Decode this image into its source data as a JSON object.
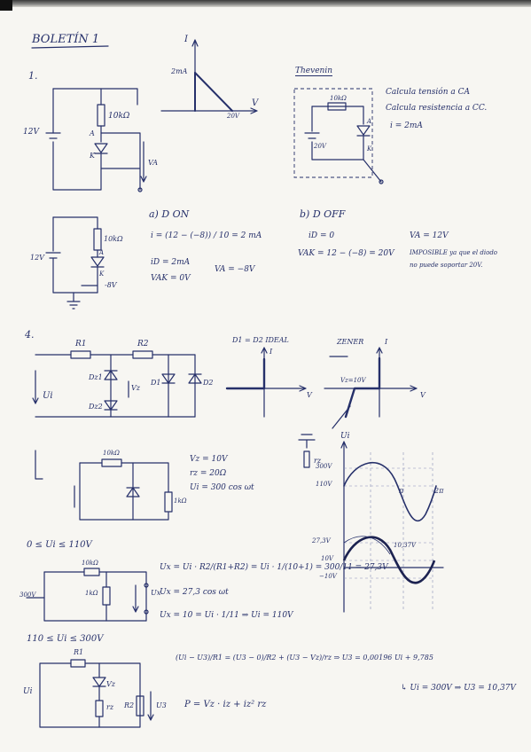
{
  "title": "BOLETÍN 1",
  "p1": {
    "number": "1.",
    "v_source": "12V",
    "resistor": "10kΩ",
    "node_a": "A",
    "node_k": "K",
    "output": "VA",
    "graph": {
      "y_axis": "I",
      "x_axis": "V",
      "y_mark": "2mA",
      "x_mark": "20V"
    },
    "thevenin": {
      "title": "Thevenin",
      "resistor": "10kΩ",
      "source": "20V",
      "node_a": "A",
      "node_k": "K",
      "notes": [
        "Calcula tensión a CA",
        "Calcula resistencia a CC.",
        "i = 2mA"
      ]
    }
  },
  "p2": {
    "source": "12V",
    "resistor": "10kΩ",
    "node_a": "A",
    "node_k": "K",
    "bottom": "-8V",
    "case_a": {
      "title": "a) D ON",
      "eq1": "i = (12 − (−8)) / 10 = 2 mA",
      "eq2": "iD = 2mA",
      "eq3": "VAK = 0V",
      "result": "VA = −8V"
    },
    "case_b": {
      "title": "b) D OFF",
      "eq1": "iD = 0",
      "eq2": "VAK = 12 − (−8) = 20V",
      "result1": "VA = 12V",
      "result2": "IMPOSIBLE ya que el diodo",
      "result3": "no puede soportar 20V."
    }
  },
  "p4": {
    "number": "4.",
    "r1": "R1",
    "r2": "R2",
    "dz1": "Dz1",
    "dz2": "Dz2",
    "vz": "Vz",
    "d1": "D1",
    "d2": "D2",
    "vi": "Ui",
    "ideal_label": "D1 = D2 IDEAL",
    "ideal_axis_i": "I",
    "ideal_axis_v": "V",
    "zener_label": "ZENER",
    "zener_axis_i": "I",
    "zener_axis_v": "V",
    "zener_vz": "Vz=10V",
    "zener_model_r": "rz",
    "eq_circuit": {
      "r1": "10kΩ",
      "r2": "1kΩ"
    },
    "params": [
      "Vz = 10V",
      "rz = 20Ω",
      "Ui = 300 cos ωt"
    ],
    "wave": {
      "y_axis": "Ui",
      "levels": [
        "300V",
        "110V",
        "27,3V",
        "10V",
        "−10V"
      ],
      "pi": "π",
      "two_pi": "2π",
      "peak_out": "10,37V"
    },
    "range1": {
      "label": "0 ≤ Ui ≤ 110V",
      "source": "300V",
      "r_top": "10kΩ",
      "r_mid": "1kΩ",
      "out": "Ux",
      "eq1": "Ux = Ui · R2/(R1+R2) = Ui · 1/(10+1) = 300/11 = 27,3V",
      "eq2": "Ux = 27,3 cos ωt",
      "eq3": "Ux = 10 = Ui · 1/11  ⇒  Ui = 110V"
    },
    "range2": {
      "label": "110 ≤ Ui ≤ 300V",
      "r1": "R1",
      "vz": "Vz",
      "rz": "rz",
      "r2": "R2",
      "out": "U3",
      "vi": "Ui",
      "eq1": "(Ui − U3)/R1 = (U3 − 0)/R2 + (U3 − Vz)/rz  ⇒  U3 = 0,00196 Ui + 9,785",
      "eq2": "↳ Ui = 300V ⇒ U3 = 10,37V",
      "eq3": "P = Vz · iz + iz² rz"
    }
  }
}
